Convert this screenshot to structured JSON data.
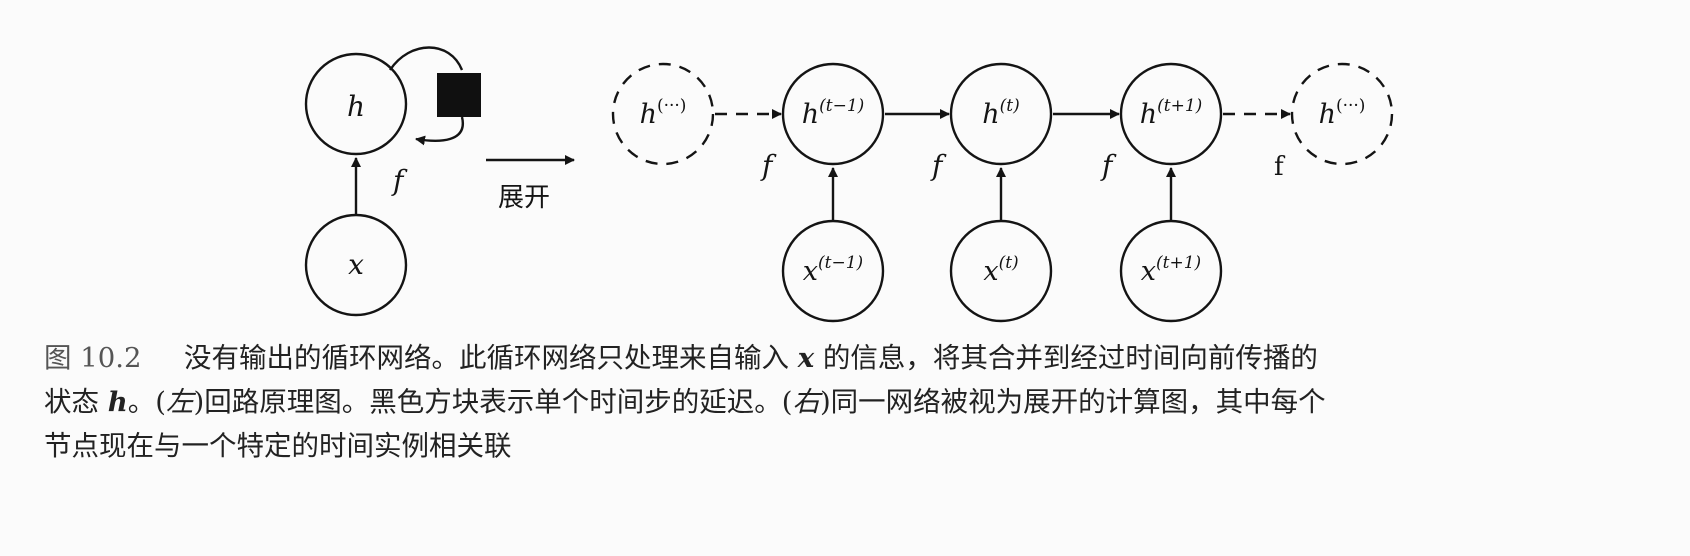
{
  "diagram": {
    "folded": {
      "hidden_label": "h",
      "input_label": "x",
      "function_label": "f"
    },
    "unfold_label": "展开",
    "unfolded": {
      "nodes_hidden": [
        {
          "base": "h",
          "sup": "(···)"
        },
        {
          "base": "h",
          "sup": "(t−1)"
        },
        {
          "base": "h",
          "sup": "(t)"
        },
        {
          "base": "h",
          "sup": "(t+1)"
        },
        {
          "base": "h",
          "sup": "(···)"
        }
      ],
      "nodes_input": [
        {
          "base": "x",
          "sup": "(t−1)"
        },
        {
          "base": "x",
          "sup": "(t)"
        },
        {
          "base": "x",
          "sup": "(t+1)"
        }
      ],
      "function_labels": [
        "f",
        "f",
        "f",
        "f"
      ]
    }
  },
  "caption": {
    "figure_number": "图 10.2",
    "line1_text": "没有输出的循环网络。此循环网络只处理来自输入 ",
    "line1_var": "x",
    "line1_text2": " 的信息，将其合并到经过时间向前传播的",
    "line2_text": "状态 ",
    "line2_var": "h",
    "line2_text2": "。(",
    "line2_left": "左",
    "line2_text3": ")回路原理图。黑色方块表示单个时间步的延迟。(",
    "line2_right": "右",
    "line2_text4": ")同一网络被视为展开的计算图，其中每个",
    "line3_text": "节点现在与一个特定的时间实例相关联"
  }
}
